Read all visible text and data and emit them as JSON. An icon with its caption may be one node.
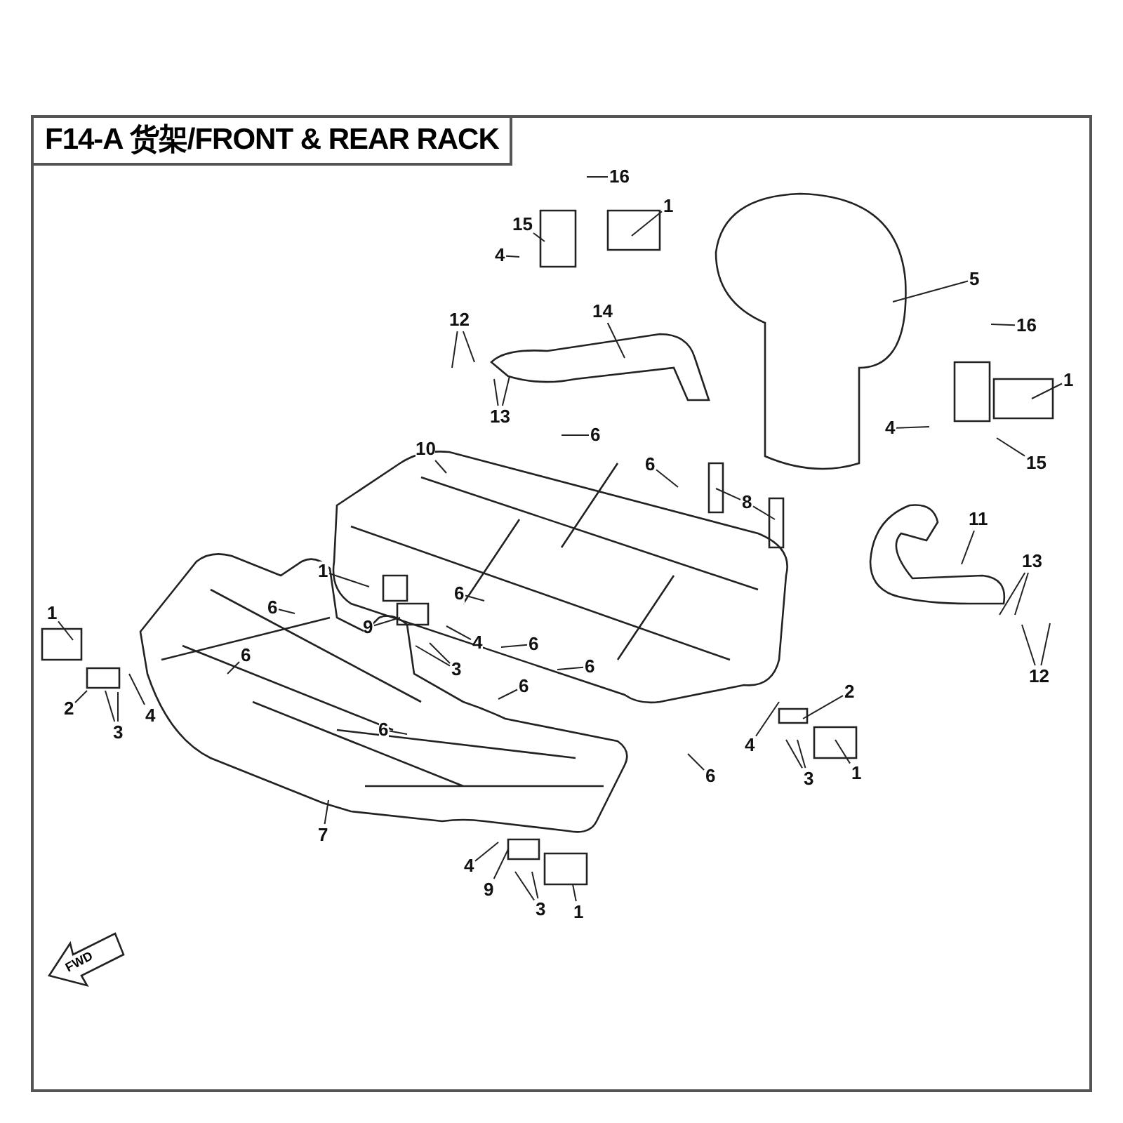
{
  "diagram": {
    "title": "F14-A 货架/FRONT & REAR RACK",
    "nodes": [
      {
        "text": [
          "15"
        ]
      },
      {
        "text": [
          "16"
        ]
      },
      {
        "text": [
          "1"
        ]
      },
      {
        "text": [
          "4"
        ]
      },
      {
        "text": [
          "5"
        ]
      },
      {
        "text": [
          "14"
        ]
      },
      {
        "text": [
          "12"
        ]
      },
      {
        "text": [
          "13"
        ]
      },
      {
        "text": [
          "16"
        ]
      },
      {
        "text": [
          "1"
        ]
      },
      {
        "text": [
          "4"
        ]
      },
      {
        "text": [
          "15"
        ]
      },
      {
        "text": [
          "6"
        ]
      },
      {
        "text": [
          "10"
        ]
      },
      {
        "text": [
          "6"
        ]
      },
      {
        "text": [
          "8"
        ]
      },
      {
        "text": [
          "11"
        ]
      },
      {
        "text": [
          "1"
        ]
      },
      {
        "text": [
          "6"
        ]
      },
      {
        "text": [
          "6"
        ]
      },
      {
        "text": [
          "9"
        ]
      },
      {
        "text": [
          "4"
        ]
      },
      {
        "text": [
          "6"
        ]
      },
      {
        "text": [
          "13"
        ]
      },
      {
        "text": [
          "3"
        ]
      },
      {
        "text": [
          "1"
        ]
      },
      {
        "text": [
          "6"
        ]
      },
      {
        "text": [
          "12"
        ]
      },
      {
        "text": [
          "6"
        ]
      },
      {
        "text": [
          "2"
        ]
      },
      {
        "text": [
          "4"
        ]
      },
      {
        "text": [
          "3"
        ]
      },
      {
        "text": [
          "6"
        ]
      },
      {
        "text": [
          "2"
        ]
      },
      {
        "text": [
          "6"
        ]
      },
      {
        "text": [
          "4"
        ]
      },
      {
        "text": [
          "3"
        ]
      },
      {
        "text": [
          "1"
        ]
      },
      {
        "text": [
          "6"
        ]
      },
      {
        "text": [
          "7"
        ]
      },
      {
        "text": [
          "4"
        ]
      },
      {
        "text": [
          "9"
        ]
      },
      {
        "text": [
          "3"
        ]
      },
      {
        "text": [
          "1"
        ]
      }
    ],
    "edges": [
      {
        "from": 0,
        "to": null,
        "arrow": "none"
      },
      {
        "from": 1,
        "to": null,
        "arrow": "none"
      },
      {
        "from": 2,
        "to": null,
        "arrow": "none"
      },
      {
        "from": 3,
        "to": null,
        "arrow": "none"
      },
      {
        "from": 4,
        "to": null,
        "arrow": "none"
      },
      {
        "from": 5,
        "to": null,
        "arrow": "none"
      },
      {
        "from": 6,
        "to": null,
        "arrow": "none"
      },
      {
        "from": 6,
        "to": null,
        "arrow": "none"
      },
      {
        "from": 7,
        "to": null,
        "arrow": "none"
      },
      {
        "from": 7,
        "to": null,
        "arrow": "none"
      },
      {
        "from": 8,
        "to": null,
        "arrow": "none"
      },
      {
        "from": 9,
        "to": null,
        "arrow": "none"
      },
      {
        "from": 10,
        "to": null,
        "arrow": "none"
      },
      {
        "from": 11,
        "to": null,
        "arrow": "none"
      },
      {
        "from": 12,
        "to": null,
        "arrow": "none"
      },
      {
        "from": 13,
        "to": null,
        "arrow": "none"
      },
      {
        "from": 14,
        "to": null,
        "arrow": "none"
      },
      {
        "from": 15,
        "to": null,
        "arrow": "none"
      },
      {
        "from": 15,
        "to": null,
        "arrow": "none"
      },
      {
        "from": 16,
        "to": null,
        "arrow": "none"
      },
      {
        "from": 17,
        "to": null,
        "arrow": "none"
      },
      {
        "from": 18,
        "to": null,
        "arrow": "none"
      },
      {
        "from": 19,
        "to": null,
        "arrow": "none"
      },
      {
        "from": 20,
        "to": null,
        "arrow": "none"
      },
      {
        "from": 21,
        "to": null,
        "arrow": "none"
      },
      {
        "from": 22,
        "to": null,
        "arrow": "none"
      },
      {
        "from": 23,
        "to": null,
        "arrow": "none"
      },
      {
        "from": 23,
        "to": null,
        "arrow": "none"
      },
      {
        "from": 24,
        "to": null,
        "arrow": "none"
      },
      {
        "from": 24,
        "to": null,
        "arrow": "none"
      },
      {
        "from": 25,
        "to": null,
        "arrow": "none"
      },
      {
        "from": 26,
        "to": null,
        "arrow": "none"
      },
      {
        "from": 27,
        "to": null,
        "arrow": "none"
      },
      {
        "from": 27,
        "to": null,
        "arrow": "none"
      },
      {
        "from": 28,
        "to": null,
        "arrow": "none"
      },
      {
        "from": 29,
        "to": null,
        "arrow": "none"
      },
      {
        "from": 30,
        "to": null,
        "arrow": "none"
      },
      {
        "from": 31,
        "to": null,
        "arrow": "none"
      },
      {
        "from": 31,
        "to": null,
        "arrow": "none"
      },
      {
        "from": 32,
        "to": null,
        "arrow": "none"
      },
      {
        "from": 33,
        "to": null,
        "arrow": "none"
      },
      {
        "from": 34,
        "to": null,
        "arrow": "none"
      },
      {
        "from": 35,
        "to": null,
        "arrow": "none"
      },
      {
        "from": 36,
        "to": null,
        "arrow": "none"
      },
      {
        "from": 36,
        "to": null,
        "arrow": "none"
      },
      {
        "from": 37,
        "to": null,
        "arrow": "none"
      },
      {
        "from": 38,
        "to": null,
        "arrow": "none"
      },
      {
        "from": 39,
        "to": null,
        "arrow": "none"
      },
      {
        "from": 40,
        "to": null,
        "arrow": "none"
      },
      {
        "from": 41,
        "to": null,
        "arrow": "none"
      },
      {
        "from": 42,
        "to": null,
        "arrow": "none"
      },
      {
        "from": 42,
        "to": null,
        "arrow": "none"
      },
      {
        "from": 43,
        "to": null,
        "arrow": "none"
      }
    ],
    "labels": [
      "FWD"
    ]
  }
}
